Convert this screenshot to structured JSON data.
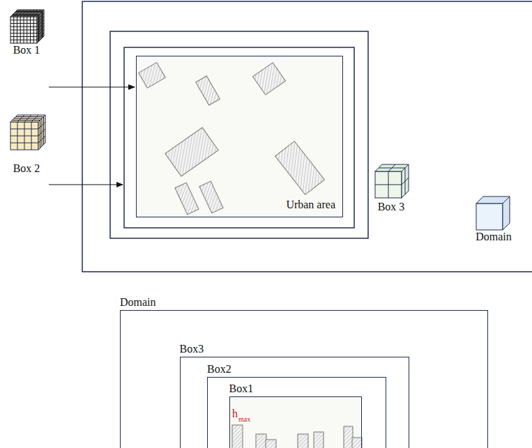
{
  "diagram": {
    "nodes": [
      {
        "text": [
          "Urban area"
        ]
      },
      {
        "text": [
          "Domain"
        ]
      },
      {
        "text": [
          "Box3"
        ],
        "in": 1
      },
      {
        "text": [
          "Box2"
        ],
        "in": 2
      },
      {
        "text": [
          "Box1"
        ],
        "in": 3
      }
    ],
    "labels": [
      "Box 1",
      "Box 2",
      "Box 3",
      "Domain",
      "h",
      "max"
    ]
  }
}
